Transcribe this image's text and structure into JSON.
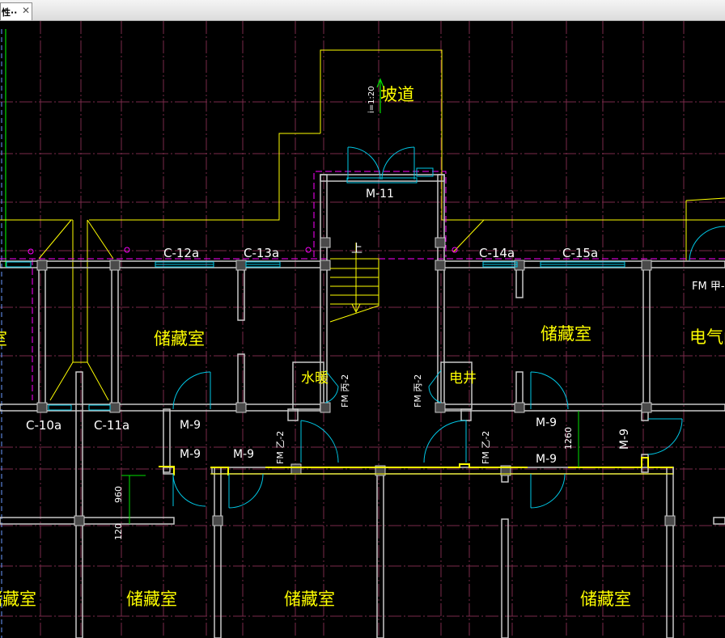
{
  "tab": {
    "label": "性··",
    "close": "✕"
  },
  "colors": {
    "background": "#000000",
    "grid": "#7a2a4a",
    "wall": "#c8c8c8",
    "window": "#00c8e6",
    "text": "#ffff00",
    "outline": "#ffff00",
    "dim": "#00e000",
    "dashed": "#ff00ff"
  },
  "rooms": {
    "r1": "储藏室",
    "r2": "储藏室",
    "r3": "电气间",
    "r4": "室",
    "r5": "储藏室",
    "r6": "储藏室",
    "r7": "储藏室",
    "r8": "储藏室"
  },
  "ramp": {
    "label": "坡道",
    "slope": "i=1:20"
  },
  "shafts": {
    "water": "水暖",
    "elec": "电井"
  },
  "stair": {
    "up": "上"
  },
  "windows": {
    "c12": "C-12a",
    "c13": "C-13a",
    "c14": "C-14a",
    "c15": "C-15a",
    "c10": "C-10a",
    "c11": "C-11a"
  },
  "doors": {
    "m11": "M-11",
    "m9a": "M-9",
    "m9b": "M-9",
    "m9c": "M-9",
    "m9d": "M-9",
    "m9e": "M-9",
    "m9f": "M-9",
    "fmb1": "FM 丙-2",
    "fmb2": "FM 丙-2",
    "fmy1": "FM 乙-2",
    "fmy2": "FM 乙-2",
    "fmj": "FM 甲-"
  },
  "dims": {
    "d960": "960",
    "d120": "120",
    "d1260": "1260"
  }
}
